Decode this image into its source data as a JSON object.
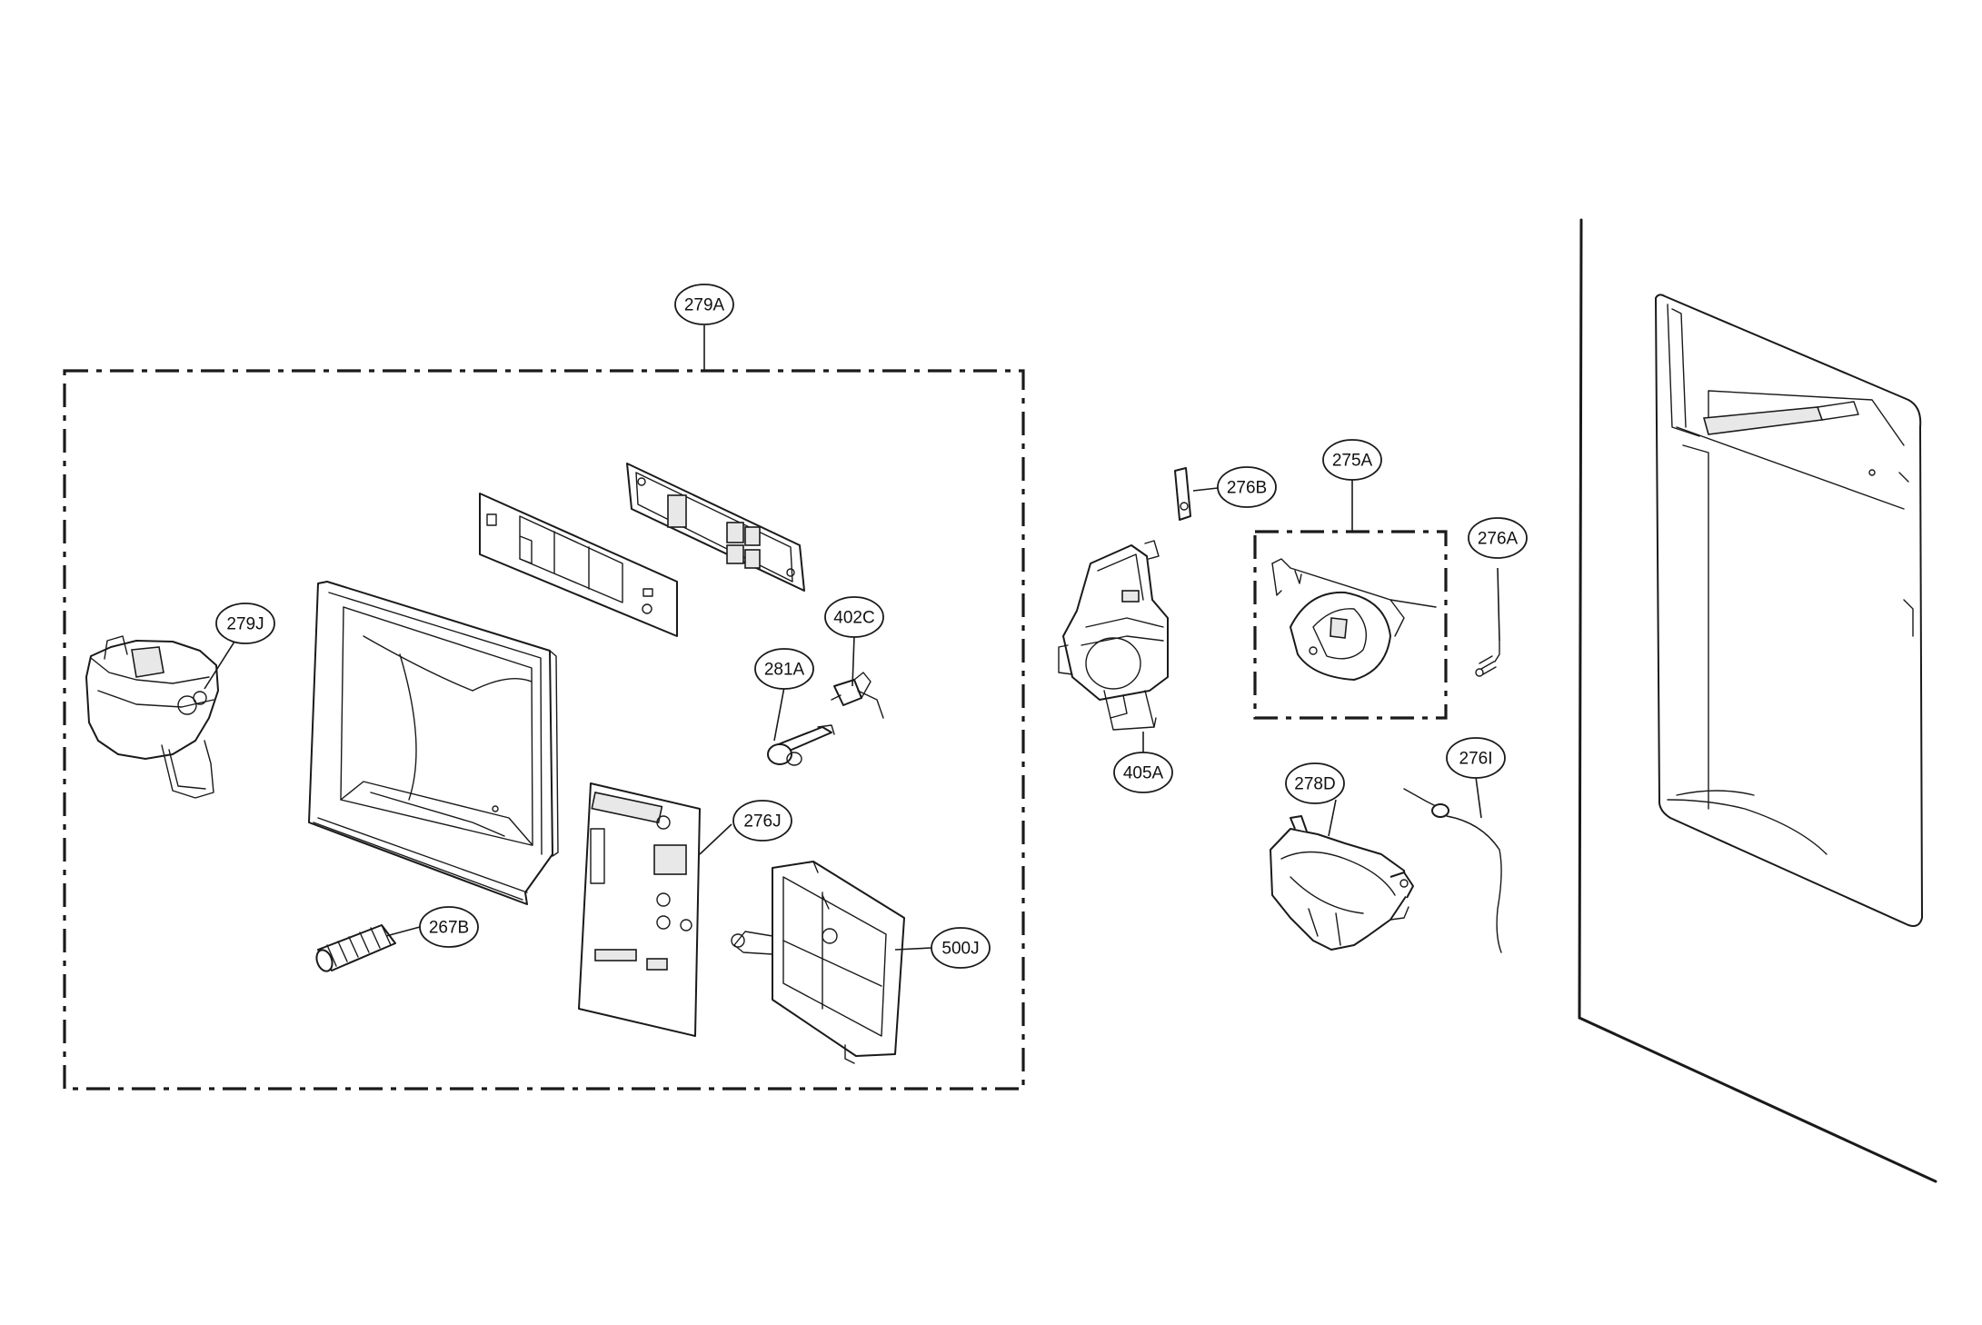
{
  "callouts": {
    "c279A": "279A",
    "c279J": "279J",
    "c281A": "281A",
    "c402C": "402C",
    "c276J": "276J",
    "c267B": "267B",
    "c500J": "500J",
    "c276B": "276B",
    "c275A": "275A",
    "c276A": "276A",
    "c405A": "405A",
    "c278D": "278D",
    "c276I": "276I"
  }
}
